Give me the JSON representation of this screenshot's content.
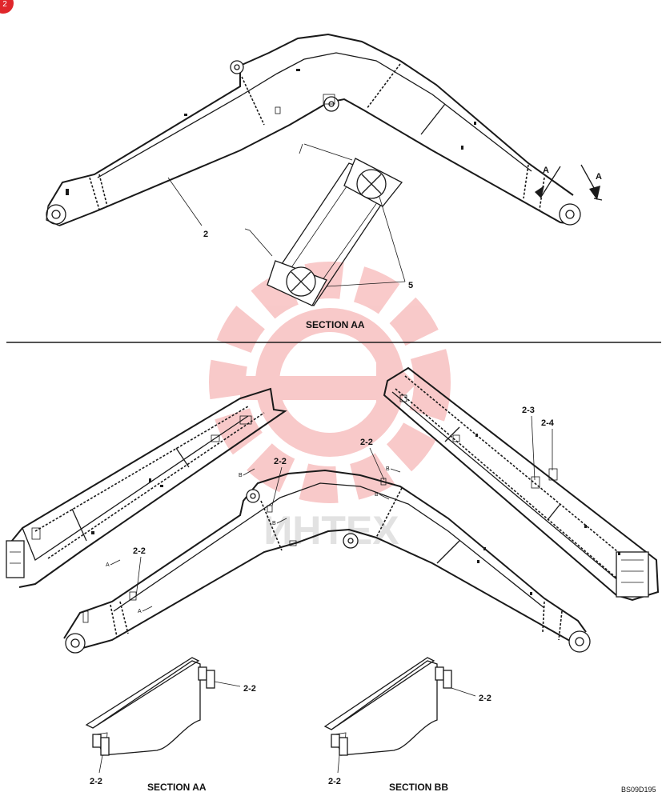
{
  "colors": {
    "ink": "#1a1a1a",
    "watermark": "#e8403f",
    "badge": "#e0262b"
  },
  "badge": {
    "text": "2"
  },
  "watermark": {
    "text": "ИНТЕХ"
  },
  "top_view": {
    "callouts": {
      "boom": "2",
      "cover": "5",
      "section_marker": "A"
    },
    "section_title": "SECTION AA"
  },
  "bottom_view": {
    "callouts": {
      "label_a": "2-2",
      "label_b": "2-2",
      "label_c": "2-2",
      "label_d": "2-3",
      "label_e": "2-4",
      "arrow_a1": "A",
      "arrow_a2": "A",
      "arrow_b1": "B",
      "arrow_b2": "B",
      "arrow_b3": "B",
      "arrow_b4": "B"
    },
    "section_aa": {
      "title": "SECTION AA",
      "label_top": "2-2",
      "label_bottom": "2-2"
    },
    "section_bb": {
      "title": "SECTION BB",
      "label_top": "2-2",
      "label_bottom": "2-2"
    }
  },
  "drawing_code": "BS09D195"
}
